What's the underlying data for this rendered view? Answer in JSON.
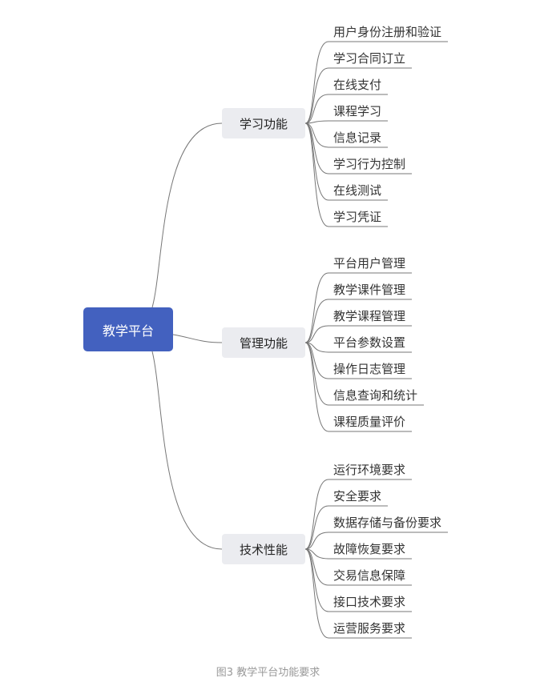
{
  "root": {
    "label": "教学平台",
    "color": "#4361bf"
  },
  "branches": [
    {
      "label": "学习功能",
      "leaves": [
        "用户身份注册和验证",
        "学习合同订立",
        "在线支付",
        "课程学习",
        "信息记录",
        "学习行为控制",
        "在线测试",
        "学习凭证"
      ]
    },
    {
      "label": "管理功能",
      "leaves": [
        "平台用户管理",
        "教学课件管理",
        "教学课程管理",
        "平台参数设置",
        "操作日志管理",
        "信息查询和统计",
        "课程质量评价"
      ]
    },
    {
      "label": "技术性能",
      "leaves": [
        "运行环境要求",
        "安全要求",
        "数据存储与备份要求",
        "故障恢复要求",
        "交易信息保障",
        "接口技术要求",
        "运营服务要求"
      ]
    }
  ],
  "caption": "图3 教学平台功能要求"
}
